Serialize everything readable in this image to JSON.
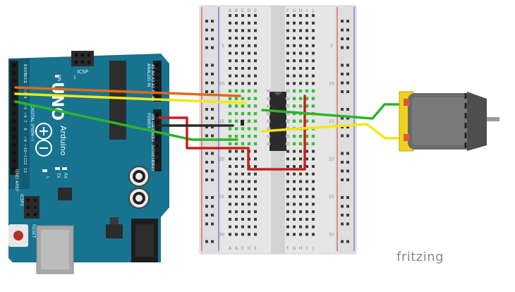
{
  "brand": {
    "text": "fritzing"
  },
  "breadboard": {
    "col_letters": [
      "A",
      "B",
      "C",
      "D",
      "E",
      "F",
      "G",
      "H",
      "I",
      "J"
    ],
    "row_numbers": [
      "5",
      "10",
      "15",
      "20",
      "25",
      "30"
    ]
  },
  "arduino": {
    "logo_text": "UNO",
    "brand_text": "Arduino",
    "header_text": "ICSP",
    "header_one": "1",
    "on_label": "ON",
    "tx_label": "TX",
    "rx_label": "RX",
    "l_label": "L",
    "digital_label": "DIGITAL (PWM~)",
    "analog_label": "ANALOG IN",
    "power_label": "POWER",
    "icsp2_label": "ICSP2",
    "reset_label": "RESET",
    "aref_label": "AREF",
    "gnd_label": "GND",
    "digital_pins": [
      "RX0 0",
      "TX0 1",
      "2",
      "~3",
      "4",
      "~5",
      "~6",
      "7",
      "8",
      "~9",
      "~10",
      "~11",
      "12",
      "13"
    ],
    "analog_pins": [
      "A5",
      "A4",
      "A3",
      "A2",
      "A1",
      "A0"
    ],
    "power_pins": [
      "VIN",
      "GND",
      "GND",
      "5V",
      "3V3",
      "RESET",
      "IOREF"
    ]
  },
  "colors": {
    "board": "#17738f",
    "breadboard": "#e6e6e6",
    "wire_orange": "#e06a1a",
    "wire_yellow": "#f2e816",
    "wire_green": "#2fb42a",
    "wire_red": "#c8201c",
    "wire_black": "#2a2a2a",
    "motor_body": "#6b6b6b",
    "motor_cap": "#f0d21a"
  }
}
